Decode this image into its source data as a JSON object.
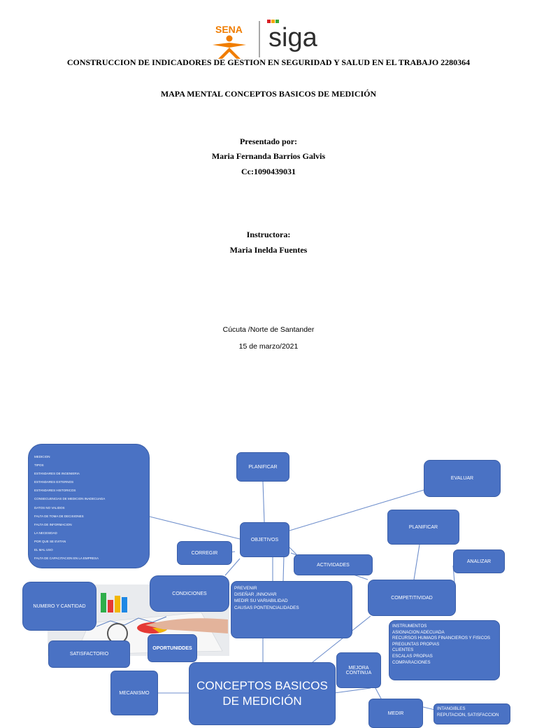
{
  "logo": {
    "sena_text": "SENA",
    "siga_text": "siga"
  },
  "course_title": "CONSTRUCCION DE INDICADORES DE GESTION EN SEGURIDAD Y SALUD EN EL TRABAJO 2280364",
  "doc_title": "MAPA MENTAL CONCEPTOS BASICOS DE MEDICIÓN",
  "presented_by_label": "Presentado por:",
  "author_name": "Maria Fernanda Barrios Galvis",
  "author_id": "Cc:1090439031",
  "instructor_label": "Instructora:",
  "instructor_name": "Maria Inelda Fuentes",
  "location": "Cúcuta /Norte de Santander",
  "date": "15 de marzo/2021",
  "mind_map": {
    "central": "CONCEPTOS BASICOS DE MEDICIÓN",
    "nodes": {
      "planificar_top": "PLANIFICAR",
      "evaluar": "EVALUAR",
      "objetivos": "OBJETIVOS",
      "corregir": "CORREGIR",
      "actividades": "ACTIVIDADES",
      "planificar_right": "PLANIFICAR",
      "analizar": "ANALIZAR",
      "condiciones": "CONDICIONES",
      "competitividad": "COMPETITIVIDAD",
      "numero_cantidad": "NUMERO Y CANTIDAD",
      "satisfactorio": "SATISFACTORIO",
      "oportunidades": "OPORTUNIDDES",
      "mejora_continua": "MEJORA CONTINUA",
      "mecanismo": "MECANISMO",
      "medir": "MEDIR"
    },
    "left_list": [
      "MEDICION",
      "TIPOS",
      "ESTANDARES DE INGENIERIA",
      "ESTANDARES EXTERNOS",
      "ESTANDARES HISTORICOS",
      "CONSECUENCIAS DE MEDICION INADECUADA",
      "DATOS NO VALIDOS",
      "FALTA DE TOMA DE DECISIONES",
      "FALTA DE INFORMACION",
      "LA NECESIDAD",
      "POR QUE SE EVITAN",
      "EL MAL USO",
      "FALTA DE CAPACITACION EN LA EMPRESA"
    ],
    "prevenir_list": [
      "PREVENIR",
      "DISEÑAR ,INNOVAR",
      "MEDIR SU VARIABILIDAD",
      "CAUSAS PONTENCIALIDADES"
    ],
    "instrumentos_list": [
      "INSTRUMENTOS",
      "ASIGNACION ADECUADA",
      "RECURSOS HUMAOS FINANCIEROS Y FISICOS",
      "PREGUNTAS PROPIAS",
      "CLIENTES",
      "ESCALAS PROPIAS",
      "COMPARACIONES"
    ],
    "intangibles_list": [
      "INTANGIBLES",
      "REPUTACION, SATISFACCION"
    ]
  },
  "colors": {
    "node_fill": "#4a72c4",
    "node_border": "#3a5ea8",
    "line": "#6f8fcc",
    "sena_orange": "#f07d00",
    "siga_dark": "#2e2e2e",
    "siga_red": "#d81f26",
    "siga_green": "#3aa935"
  }
}
